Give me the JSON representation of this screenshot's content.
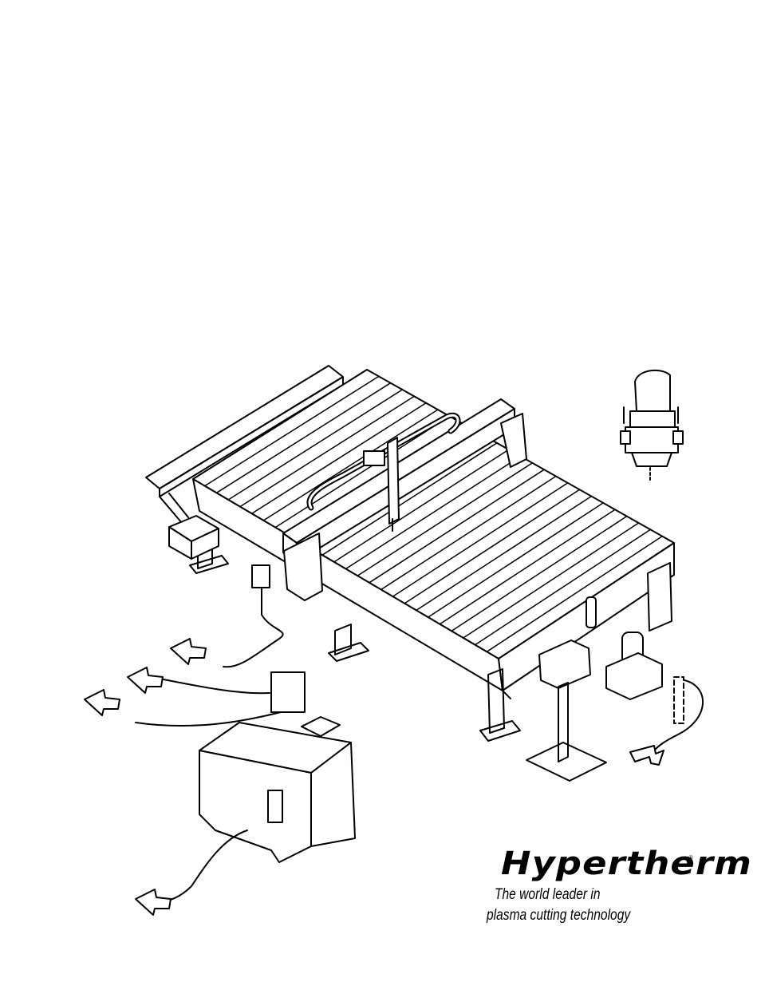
{
  "logo": {
    "brand": "Hypertherm",
    "registered": "®",
    "tagline_line1": "The world leader in",
    "tagline_line2": "plasma cutting technology"
  },
  "illustration": {
    "subject": "plasma-cutting-table-system-drawing",
    "stroke_color": "#000000",
    "background_color": "#ffffff"
  }
}
